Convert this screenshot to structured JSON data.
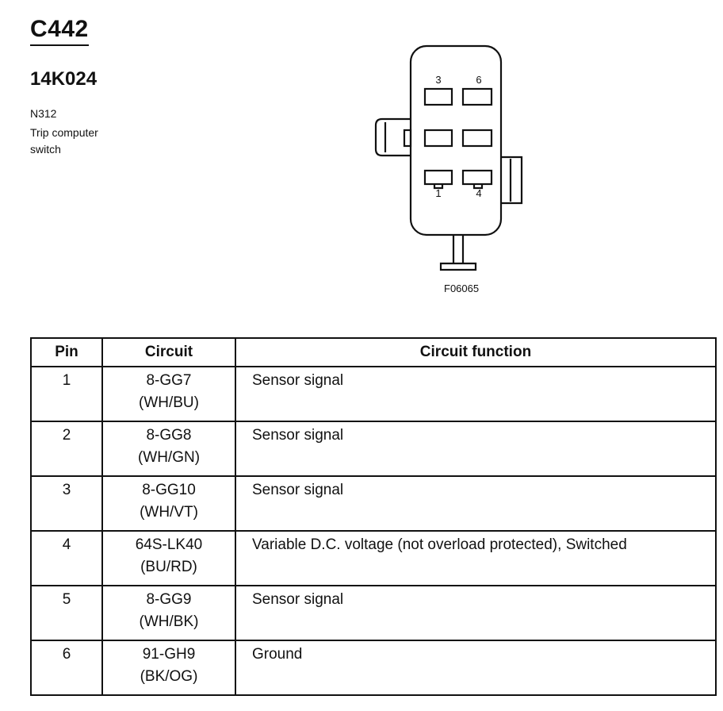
{
  "header": {
    "connector_id": "C442",
    "part_number": "14K024",
    "component_code": "N312",
    "component_desc": "Trip computer switch"
  },
  "diagram": {
    "pin_labels": [
      "3",
      "6",
      "1",
      "4"
    ],
    "figure_ref": "F06065"
  },
  "table": {
    "headers": {
      "pin": "Pin",
      "circuit": "Circuit",
      "function": "Circuit function"
    },
    "rows": [
      {
        "pin": "1",
        "circuit": "8-GG7",
        "color": "(WH/BU)",
        "function": "Sensor signal"
      },
      {
        "pin": "2",
        "circuit": "8-GG8",
        "color": "(WH/GN)",
        "function": "Sensor signal"
      },
      {
        "pin": "3",
        "circuit": "8-GG10",
        "color": "(WH/VT)",
        "function": "Sensor signal"
      },
      {
        "pin": "4",
        "circuit": "64S-LK40",
        "color": "(BU/RD)",
        "function": "Variable D.C. voltage (not overload protected), Switched"
      },
      {
        "pin": "5",
        "circuit": "8-GG9",
        "color": "(WH/BK)",
        "function": "Sensor signal"
      },
      {
        "pin": "6",
        "circuit": "91-GH9",
        "color": "(BK/OG)",
        "function": "Ground"
      }
    ]
  }
}
